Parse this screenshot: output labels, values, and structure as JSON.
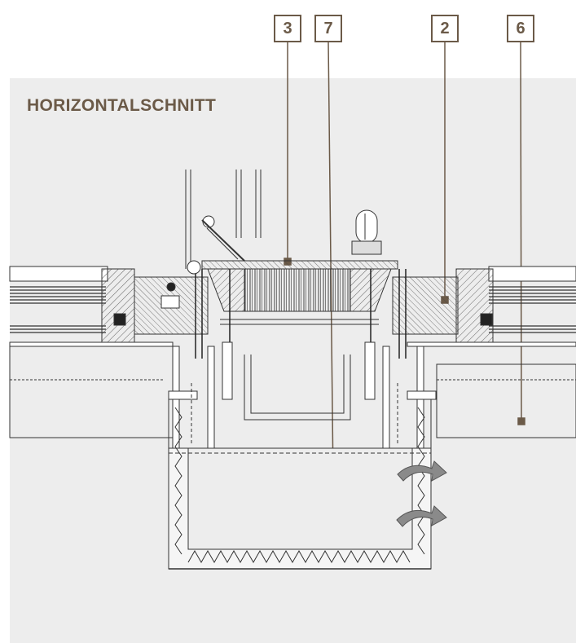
{
  "title": "HORIZONTALSCHNITT",
  "callouts": [
    {
      "id": "c3",
      "label": "3"
    },
    {
      "id": "c7",
      "label": "7"
    },
    {
      "id": "c2",
      "label": "2"
    },
    {
      "id": "c6",
      "label": "6"
    }
  ],
  "colors": {
    "accent": "#6b5a48",
    "panel": "#ededed",
    "line": "#333333",
    "arrow": "#8a8a8a"
  }
}
